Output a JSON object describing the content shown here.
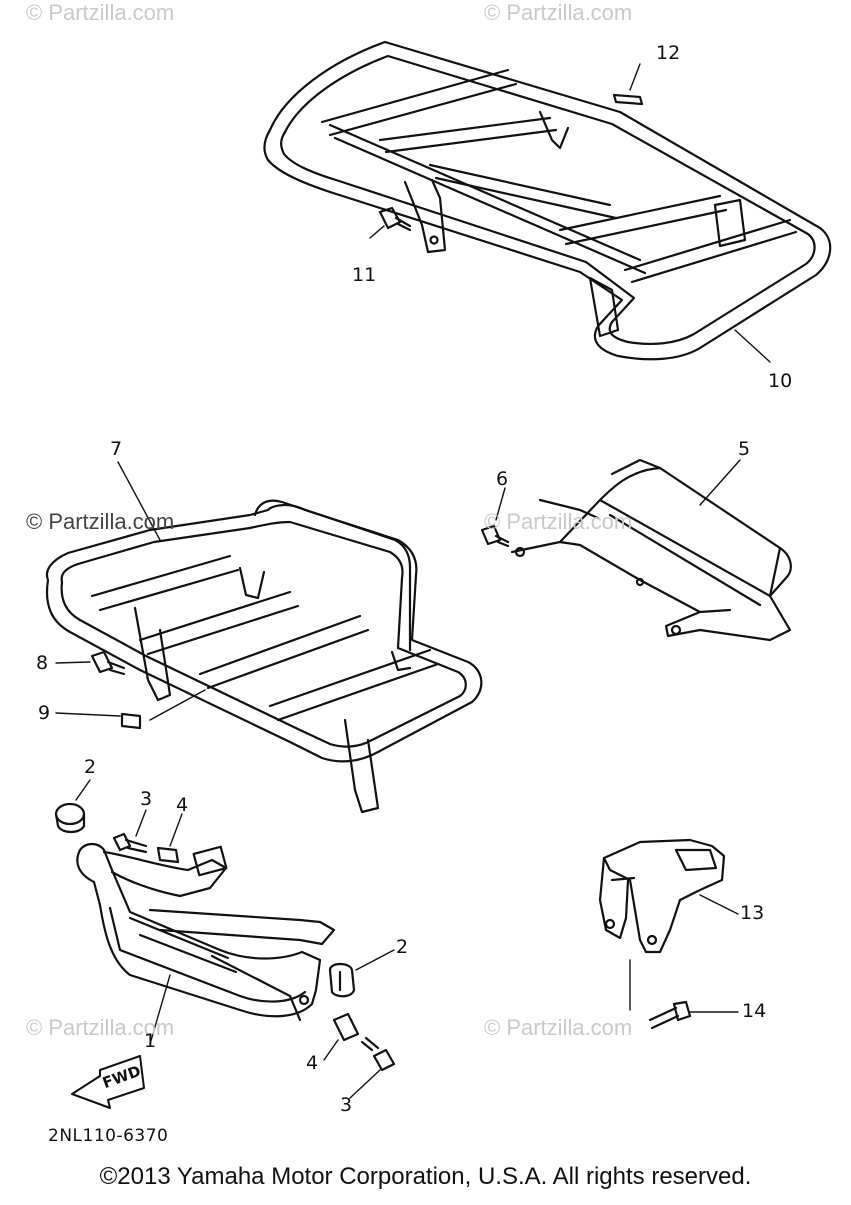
{
  "watermarks": [
    {
      "text": "© Partzilla.com"
    },
    {
      "text": "© Partzilla.com"
    },
    {
      "text": "© Partzilla.com"
    },
    {
      "text": "© Partzilla.com"
    },
    {
      "text": "© Partzilla.com"
    },
    {
      "text": "© Partzilla.com"
    }
  ],
  "callouts": {
    "c1": "1",
    "c2a": "2",
    "c2b": "2",
    "c3a": "3",
    "c3b": "3",
    "c4a": "4",
    "c4b": "4",
    "c5": "5",
    "c6": "6",
    "c7": "7",
    "c8": "8",
    "c9": "9",
    "c10": "10",
    "c11": "11",
    "c12": "12",
    "c13": "13",
    "c14": "14"
  },
  "fwd_label": "FWD",
  "diagram_code": "2NL110-6370",
  "copyright": "©2013 Yamaha Motor Corporation, U.S.A. All rights reserved.",
  "colors": {
    "line": "#111111",
    "watermark": "#c9c9c9",
    "background": "#ffffff"
  }
}
